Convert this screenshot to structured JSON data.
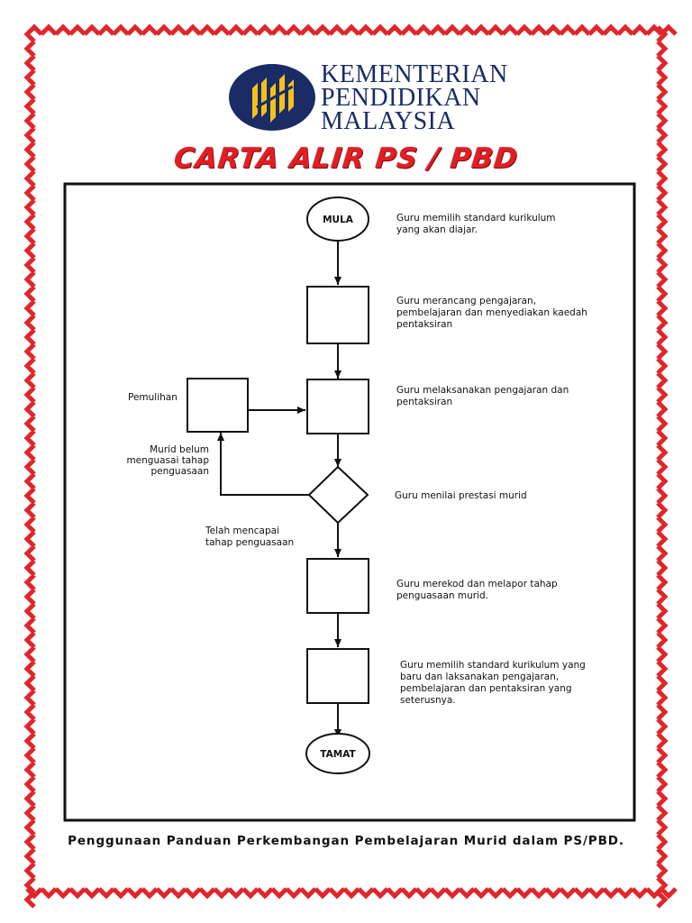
{
  "ministry": {
    "line1": "KEMENTERIAN",
    "line2": "PENDIDIKAN",
    "line3": "MALAYSIA",
    "logo_icon": "kpm-logo-icon"
  },
  "title": "CARTA ALIR PS / PBD",
  "flowchart": {
    "start": "MULA",
    "end": "TAMAT",
    "remedial_label": "Pemulihan",
    "step_notes": [
      [
        "Guru memilih standard kurikulum",
        "yang akan diajar."
      ],
      [
        "Guru merancang pengajaran,",
        "pembelajaran dan menyediakan kaedah",
        "pentaksiran"
      ],
      [
        "Guru melaksanakan pengajaran dan",
        "pentaksiran"
      ],
      [
        "Guru menilai prestasi murid"
      ],
      [
        "Guru merekod dan melapor tahap",
        "penguasaan murid."
      ],
      [
        "Guru memilih standard kurikulum yang",
        "baru dan laksanakan pengajaran,",
        "pembelajaran dan pentaksiran yang",
        "seterusnya."
      ]
    ],
    "branch_no": [
      "Murid belum",
      "menguasai tahap",
      "penguasaan"
    ],
    "branch_yes": [
      "Telah mencapai",
      "tahap penguasaan"
    ]
  },
  "footer": "Penggunaan Panduan Perkembangan Pembelajaran Murid dalam PS/PBD.",
  "colors": {
    "border_red": "#e0262b",
    "logo_blue": "#1b2b66",
    "logo_yellow": "#f2c21a",
    "title_red": "#e51d23"
  }
}
